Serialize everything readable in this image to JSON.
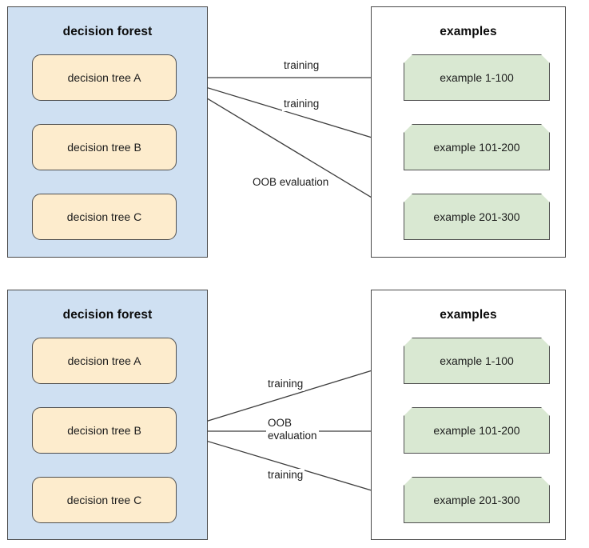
{
  "meta": {
    "colors": {
      "forest_panel_fill": "#cfe0f2",
      "examples_panel_fill": "#ffffff",
      "tree_node_fill": "#fdeccd",
      "example_node_fill": "#d9e8d2",
      "border": "#4f4f4f",
      "text": "#1c1c1c",
      "background": "#ffffff"
    }
  },
  "diagrams": [
    {
      "id": "top",
      "forest": {
        "title": "decision forest",
        "trees": [
          {
            "label": "decision tree A"
          },
          {
            "label": "decision tree B"
          },
          {
            "label": "decision tree C"
          }
        ]
      },
      "examples": {
        "title": "examples",
        "items": [
          {
            "label": "example 1-100"
          },
          {
            "label": "example 101-200"
          },
          {
            "label": "example 201-300"
          }
        ]
      },
      "edges": [
        {
          "label": "training",
          "from": "decision tree A",
          "to": "example 1-100"
        },
        {
          "label": "training",
          "from": "decision tree A",
          "to": "example 101-200"
        },
        {
          "label": "OOB evaluation",
          "from": "decision tree A",
          "to": "example 201-300"
        }
      ]
    },
    {
      "id": "bottom",
      "forest": {
        "title": "decision forest",
        "trees": [
          {
            "label": "decision tree A"
          },
          {
            "label": "decision tree B"
          },
          {
            "label": "decision tree C"
          }
        ]
      },
      "examples": {
        "title": "examples",
        "items": [
          {
            "label": "example 1-100"
          },
          {
            "label": "example 101-200"
          },
          {
            "label": "example 201-300"
          }
        ]
      },
      "edges": [
        {
          "label": "training",
          "from": "decision tree B",
          "to": "example 1-100"
        },
        {
          "label": "OOB\nevaluation",
          "from": "decision tree B",
          "to": "example 101-200"
        },
        {
          "label": "training",
          "from": "decision tree B",
          "to": "example 201-300"
        }
      ]
    }
  ]
}
